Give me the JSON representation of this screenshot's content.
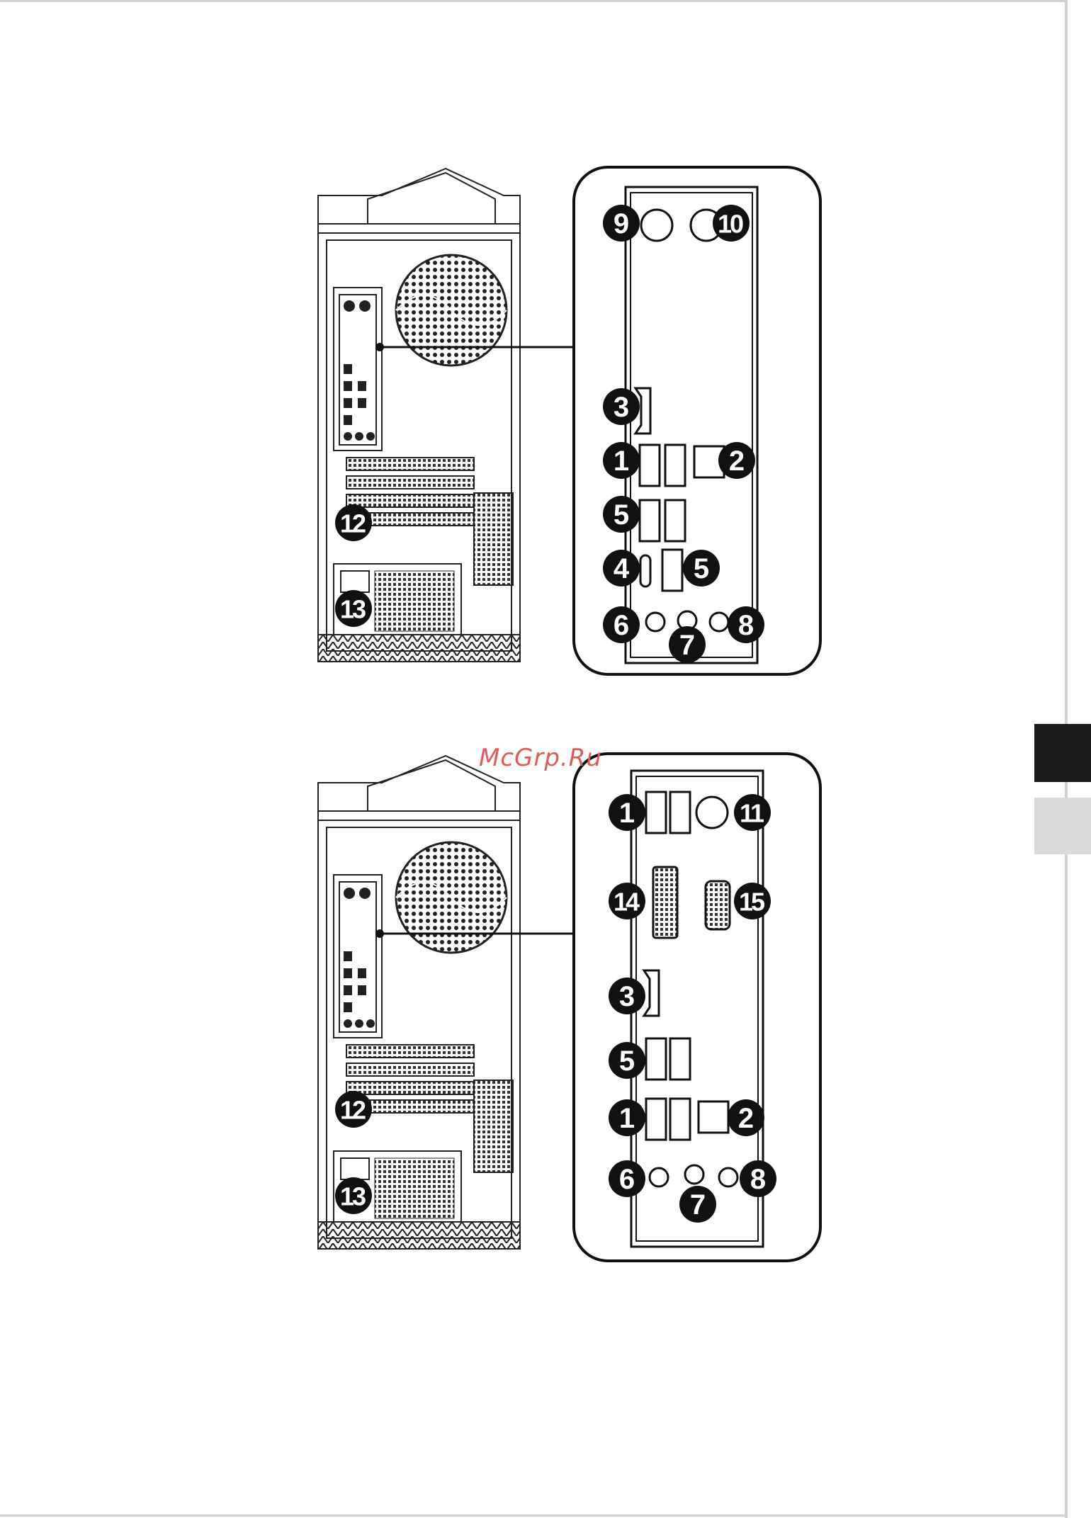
{
  "watermark": "McGrp.Ru",
  "figure_top": {
    "tower_callouts": [
      "12",
      "13"
    ],
    "panel_callouts": [
      "9",
      "10",
      "3",
      "1",
      "2",
      "5",
      "4",
      "5",
      "6",
      "7",
      "8"
    ]
  },
  "figure_bottom": {
    "tower_callouts": [
      "12",
      "13"
    ],
    "panel_callouts": [
      "1",
      "11",
      "14",
      "15",
      "3",
      "5",
      "1",
      "2",
      "6",
      "7",
      "8"
    ]
  },
  "colors": {
    "ink": "#111111",
    "watermark": "#e25a5a",
    "tab_dark": "#1b1b1b",
    "tab_light": "#d9d9d9"
  }
}
